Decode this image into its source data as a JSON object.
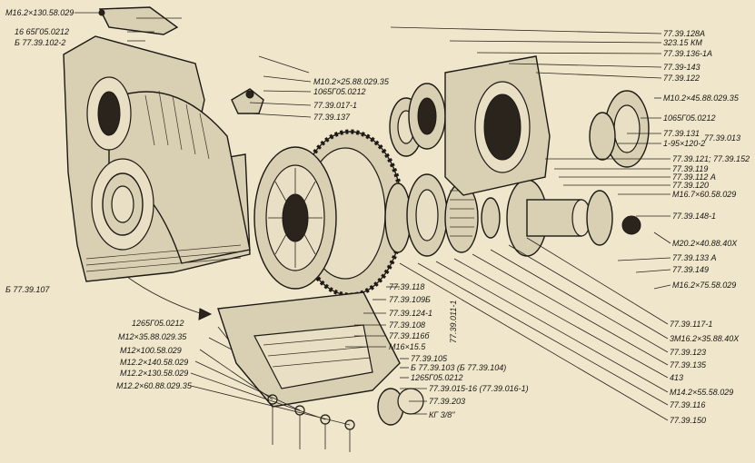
{
  "labels": {
    "top_left_1": "М16.2×130.58.029",
    "top_left_2": "16 65Г05.0212",
    "top_left_3": "Б 77.39.102-2",
    "l_12a": "77.39.128А",
    "l_bearing": "323.15 КМ",
    "l_136": "77.39.136-1А",
    "l_143": "77.39-143",
    "l_122": "77.39.122",
    "l_m10_45": "М10.2×45.88.029.35",
    "l_1065b": "1065Г05.0212",
    "l_131": "77.39.131",
    "l_ring": "1-95×120-2",
    "l_013": "77.39.013",
    "l_121": "77.39.121; 77.39.152",
    "l_119": "77.39.119",
    "l_112a": "77.39.112 А",
    "l_120": "77.39.120",
    "l_m16_70": "М16.7×60.58.029",
    "l_148": "77.39.148-1",
    "l_m20": "М20.2×40.88.40Х",
    "l_133a": "77.39.133 А",
    "l_149": "77.39.149",
    "l_m16_75": "М16.2×75.58.029",
    "l_m10_25": "М10.2×25.88.029.35",
    "l_1065a": "1065Г05.0212",
    "l_017": "77.39.017-1",
    "l_137": "77.39.137",
    "l_b107": "Б 77.39.107",
    "l_118": "77.39.118",
    "l_109b": "77.39.109Б",
    "l_124": "77.39.124-1",
    "l_108": "77.39.108",
    "l_116b": "77.39.116б",
    "l_m16_15": "М16×15.5",
    "l_vert": "77.39.011-1",
    "l_105": "77.39.105",
    "l_103": "Б 77.39.103 (Б 77.39.104)",
    "l_1265b": "1265Г05.0212",
    "l_015": "77.39.015-16 (77.39.016-1)",
    "l_203": "77.39.203",
    "l_kg": "КГ 3/8\"",
    "l_1265a": "1265Г05.0212",
    "l_m12_35": "М12×35.88.029.35",
    "l_m12_100": "М12×100.58.029",
    "l_m12_140": "М12.2×140.58.029",
    "l_m12_130": "М12.2×130.58.029",
    "l_m12_60": "М12.2×60.88.029.35",
    "l_117": "77.39.117-1",
    "l_3m16": "3М16.2×35.88.40Х",
    "l_123": "77.39.123",
    "l_135": "77.39.135",
    "l_413": "413",
    "l_m14": "М14.2×55.58.029",
    "l_116": "77.39.116",
    "l_150": "77.39.150"
  }
}
